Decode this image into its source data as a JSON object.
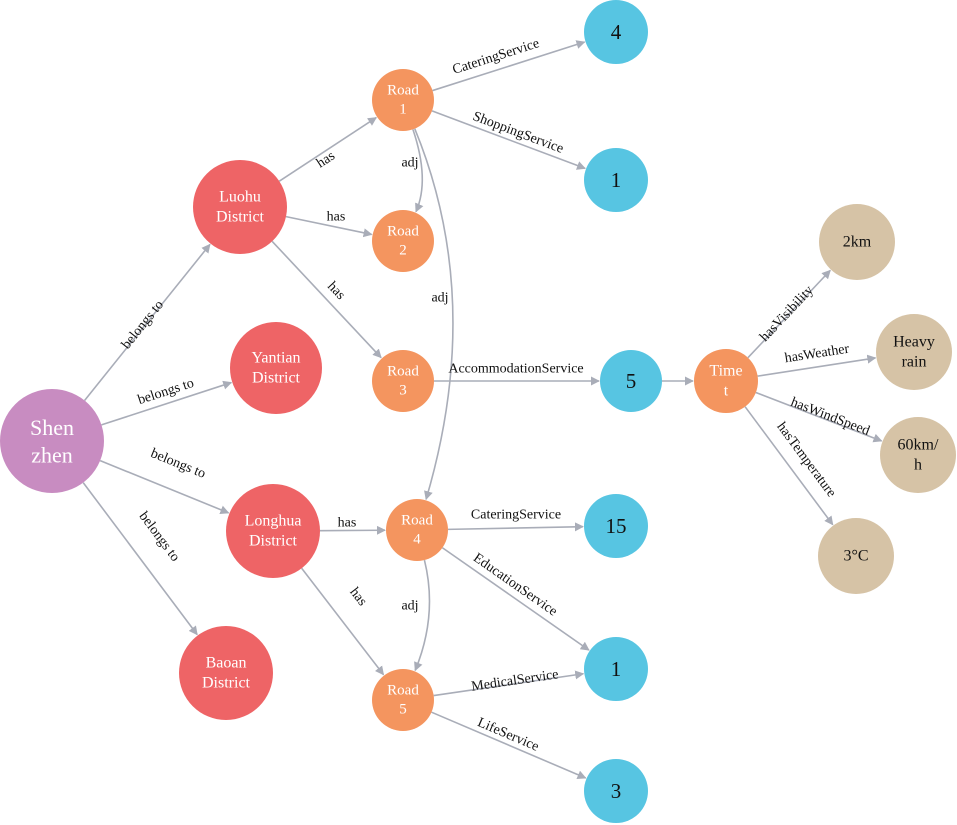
{
  "colors": {
    "city": "#c88cc1",
    "district": "#ee6466",
    "road": "#f4955f",
    "service": "#57c5e2",
    "time": "#f4955f",
    "attribute": "#d6c3a6",
    "edge": "#a9adb8"
  },
  "nodes": [
    {
      "id": "shenzhen",
      "lines": [
        "Shen",
        "zhen"
      ],
      "type": "city"
    },
    {
      "id": "luohu",
      "lines": [
        "Luohu",
        "District"
      ],
      "type": "district"
    },
    {
      "id": "yantian",
      "lines": [
        "Yantian",
        "District"
      ],
      "type": "district"
    },
    {
      "id": "longhua",
      "lines": [
        "Longhua",
        "District"
      ],
      "type": "district"
    },
    {
      "id": "baoan",
      "lines": [
        "Baoan",
        "District"
      ],
      "type": "district"
    },
    {
      "id": "road1",
      "lines": [
        "Road",
        "1"
      ],
      "type": "road"
    },
    {
      "id": "road2",
      "lines": [
        "Road",
        "2"
      ],
      "type": "road"
    },
    {
      "id": "road3",
      "lines": [
        "Road",
        "3"
      ],
      "type": "road"
    },
    {
      "id": "road4",
      "lines": [
        "Road",
        "4"
      ],
      "type": "road"
    },
    {
      "id": "road5",
      "lines": [
        "Road",
        "5"
      ],
      "type": "road"
    },
    {
      "id": "svc4",
      "lines": [
        "4"
      ],
      "type": "service"
    },
    {
      "id": "svc1a",
      "lines": [
        "1"
      ],
      "type": "service"
    },
    {
      "id": "svc5",
      "lines": [
        "5"
      ],
      "type": "service"
    },
    {
      "id": "svc15",
      "lines": [
        "15"
      ],
      "type": "service"
    },
    {
      "id": "svc1b",
      "lines": [
        "1"
      ],
      "type": "service"
    },
    {
      "id": "svc3",
      "lines": [
        "3"
      ],
      "type": "service"
    },
    {
      "id": "time",
      "lines": [
        "Time",
        "t"
      ],
      "type": "time"
    },
    {
      "id": "vis",
      "lines": [
        "2km"
      ],
      "type": "attribute"
    },
    {
      "id": "weather",
      "lines": [
        "Heavy",
        "rain"
      ],
      "type": "attribute"
    },
    {
      "id": "wind",
      "lines": [
        "60km/",
        "h"
      ],
      "type": "attribute"
    },
    {
      "id": "temp",
      "lines": [
        "3°C"
      ],
      "type": "attribute"
    }
  ],
  "edges": [
    {
      "from": "shenzhen",
      "to": "luohu",
      "label": "belongs to"
    },
    {
      "from": "shenzhen",
      "to": "yantian",
      "label": "belongs to"
    },
    {
      "from": "shenzhen",
      "to": "longhua",
      "label": "belongs to"
    },
    {
      "from": "shenzhen",
      "to": "baoan",
      "label": "belongs to"
    },
    {
      "from": "luohu",
      "to": "road1",
      "label": "has"
    },
    {
      "from": "luohu",
      "to": "road2",
      "label": "has"
    },
    {
      "from": "luohu",
      "to": "road3",
      "label": "has"
    },
    {
      "from": "road1",
      "to": "road2",
      "label": "adj"
    },
    {
      "from": "road1",
      "to": "road4",
      "label": "adj"
    },
    {
      "from": "longhua",
      "to": "road4",
      "label": "has"
    },
    {
      "from": "longhua",
      "to": "road5",
      "label": "has"
    },
    {
      "from": "road4",
      "to": "road5",
      "label": "adj"
    },
    {
      "from": "road1",
      "to": "svc4",
      "label": "CateringService"
    },
    {
      "from": "road1",
      "to": "svc1a",
      "label": "ShoppingService"
    },
    {
      "from": "road3",
      "to": "svc5",
      "label": "AccommodationService"
    },
    {
      "from": "road4",
      "to": "svc15",
      "label": "CateringService"
    },
    {
      "from": "road4",
      "to": "svc1b",
      "label": "EducationService"
    },
    {
      "from": "road5",
      "to": "svc1b",
      "label": "MedicalService"
    },
    {
      "from": "road5",
      "to": "svc3",
      "label": "LifeService"
    },
    {
      "from": "svc5",
      "to": "time",
      "label": ""
    },
    {
      "from": "time",
      "to": "vis",
      "label": "hasVisibility"
    },
    {
      "from": "time",
      "to": "weather",
      "label": "hasWeather"
    },
    {
      "from": "time",
      "to": "wind",
      "label": "hasWindSpeed"
    },
    {
      "from": "time",
      "to": "temp",
      "label": "hasTemperature"
    }
  ]
}
